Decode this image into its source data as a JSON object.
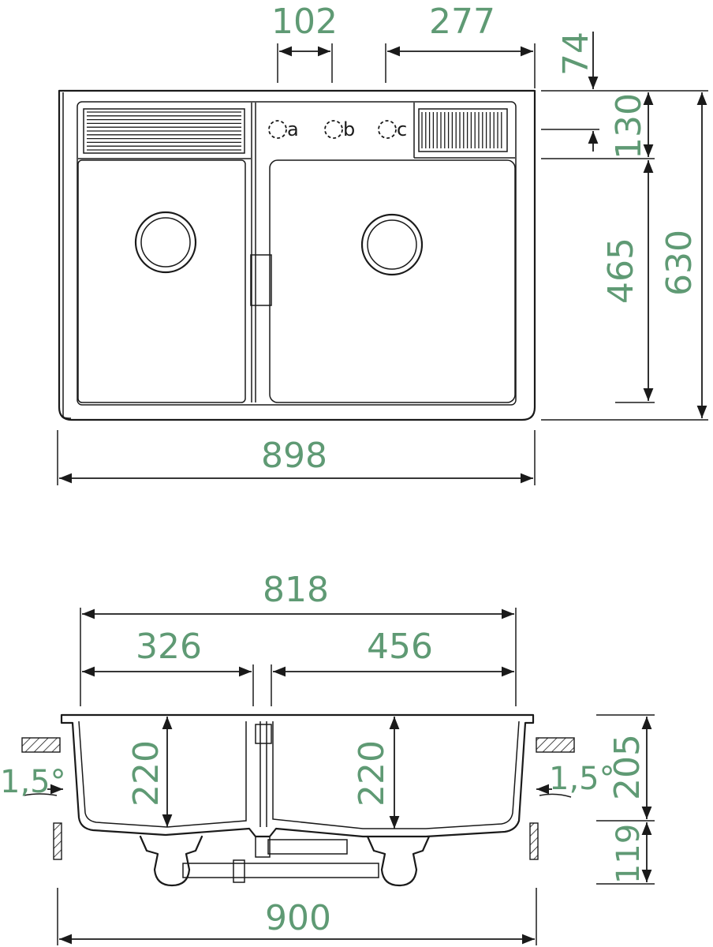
{
  "colors": {
    "dimension_text": "#5f9a74",
    "line": "#1a1a1a",
    "background": "#ffffff"
  },
  "top_view": {
    "dims": {
      "tap_spacing": "102",
      "tap_to_edge": "277",
      "tap_hole_offset": "74",
      "back_ledge": "130",
      "bowl_depth": "465",
      "overall_depth": "630",
      "overall_width": "898"
    },
    "tap_holes": [
      "a",
      "b",
      "c"
    ]
  },
  "side_view": {
    "dims": {
      "bowls_total_width": "818",
      "left_bowl_width": "326",
      "right_bowl_width": "456",
      "left_bowl_depth": "220",
      "right_bowl_depth": "220",
      "bowl_height_above": "205",
      "waste_height": "119",
      "overall_width": "900",
      "angle_left": "1,5°",
      "angle_right": "1,5°"
    }
  }
}
